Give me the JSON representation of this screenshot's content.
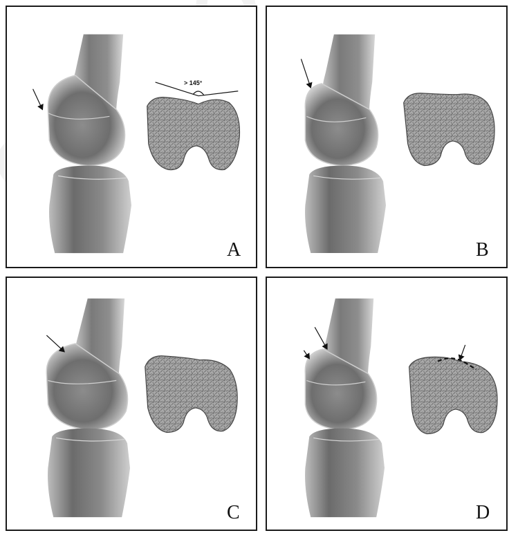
{
  "panels": [
    {
      "id": "A",
      "label": "A",
      "annotation": "> 145°"
    },
    {
      "id": "B",
      "label": "B"
    },
    {
      "id": "C",
      "label": "C"
    },
    {
      "id": "D",
      "label": "D"
    }
  ],
  "watermark": "ОЗНТО",
  "colors": {
    "border": "#1a1a1a",
    "bone_light": "#d8d8d8",
    "bone_mid": "#9a9a9a",
    "bone_dark": "#555555",
    "trochlea_fill": "#b8b8b8",
    "trochlea_edge": "#444444",
    "arrow": "#111111"
  }
}
